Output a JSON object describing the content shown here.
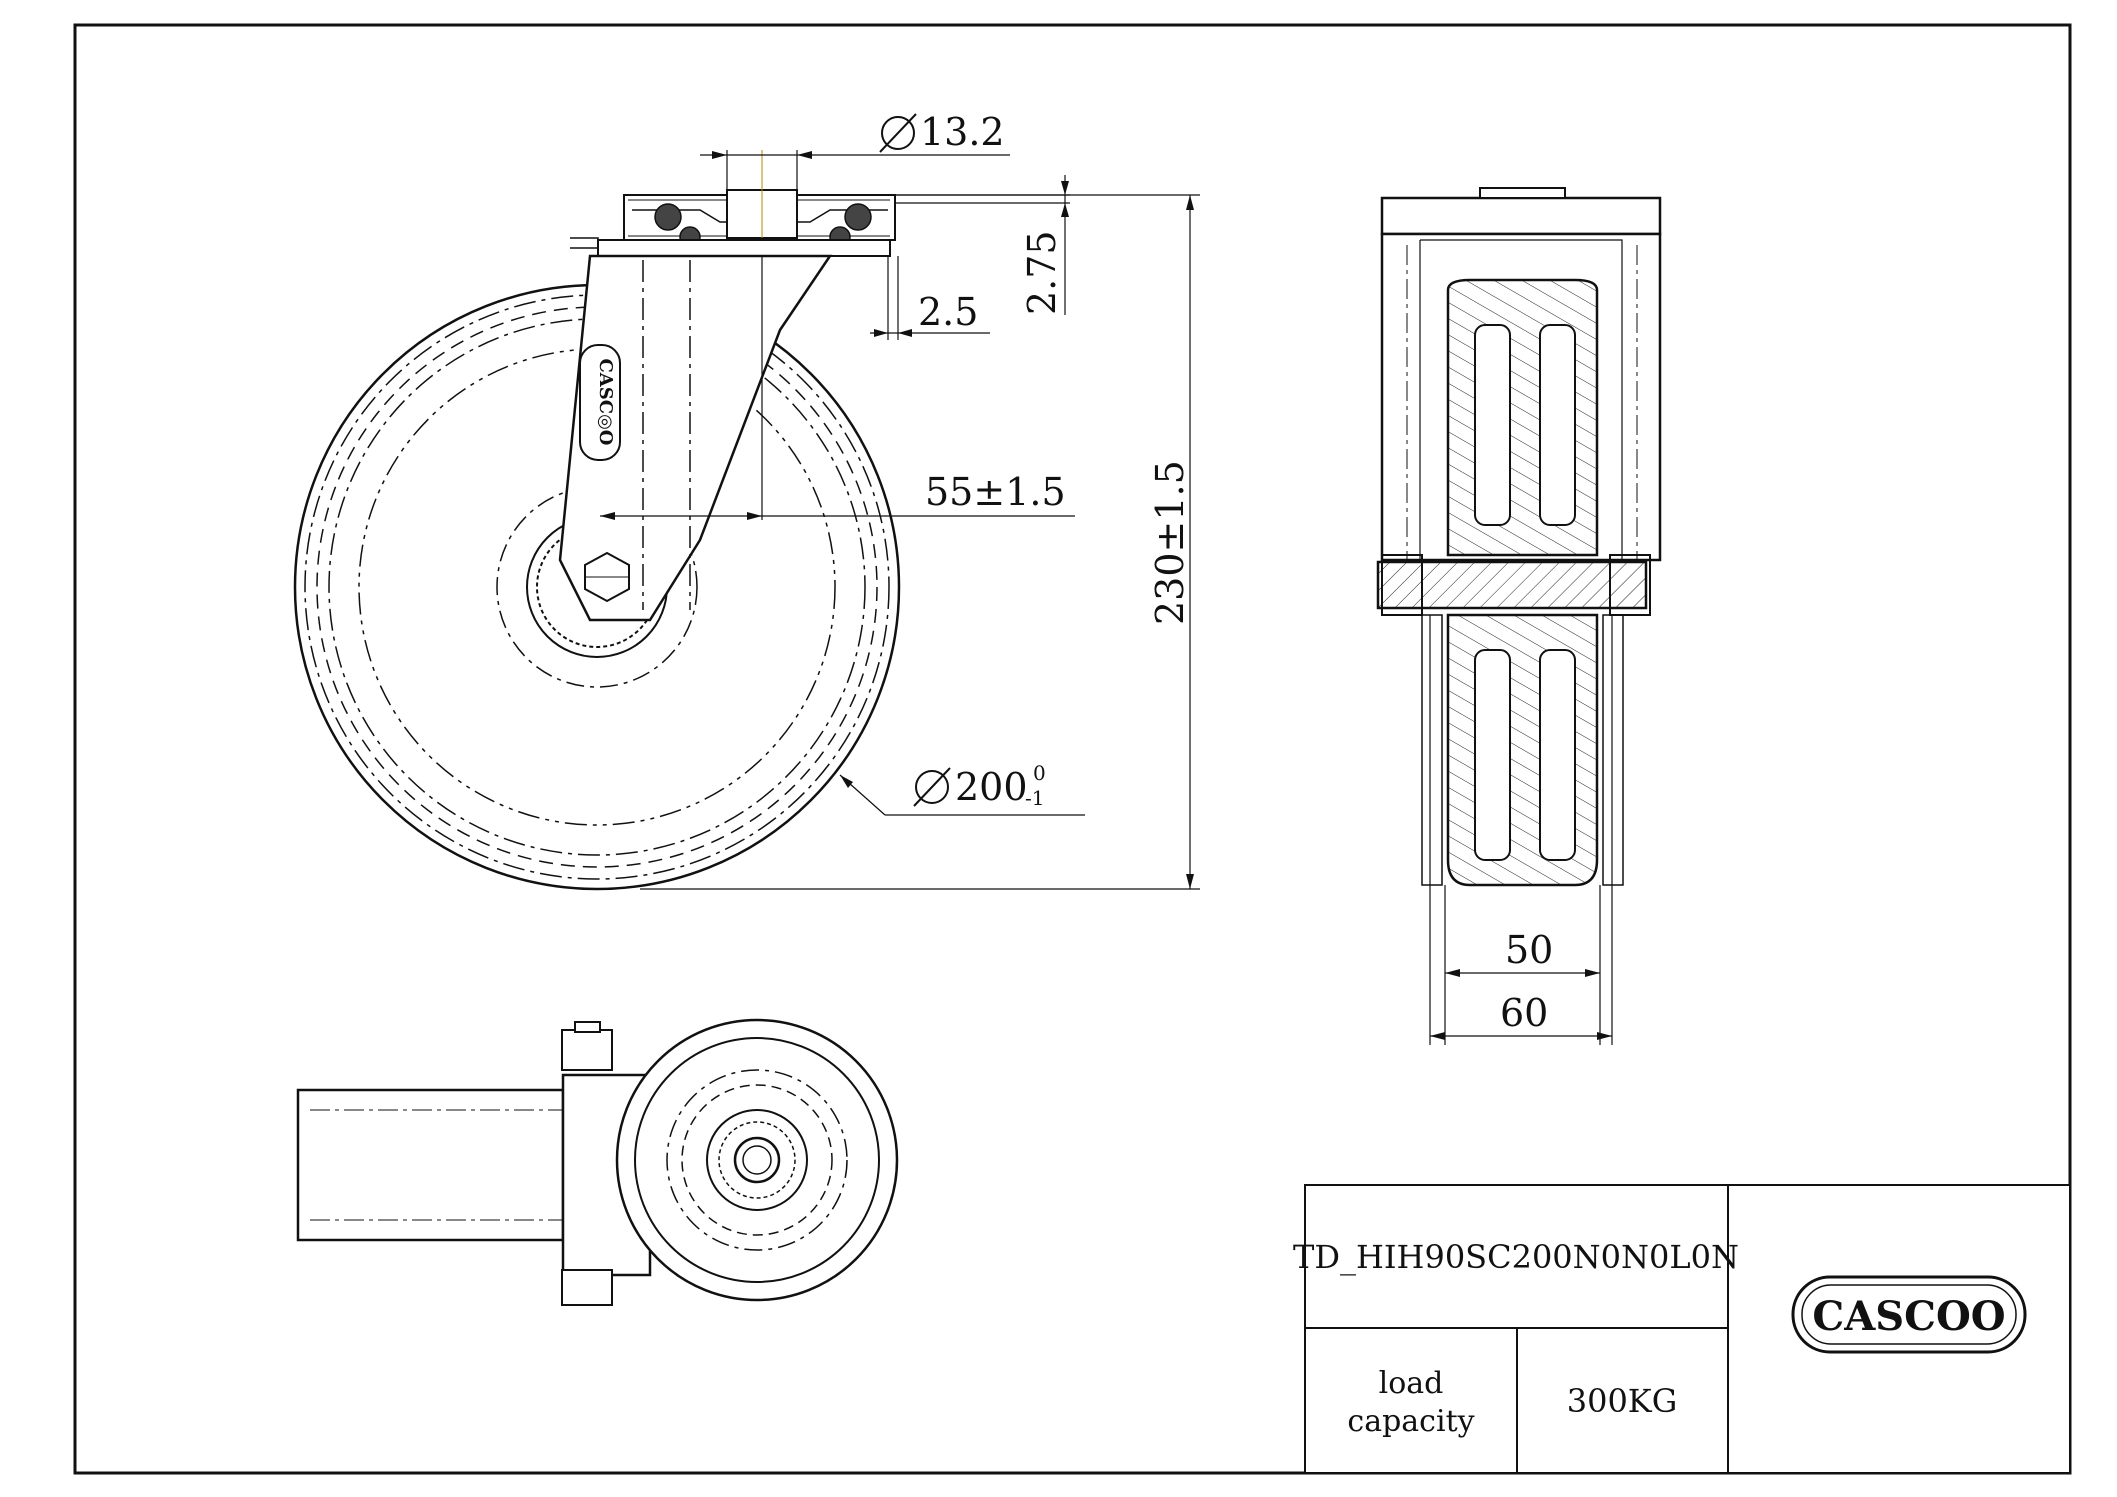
{
  "dimensions": {
    "bore_diameter": "13.2",
    "plate_thickness": "2.75",
    "offset_small": "2.5",
    "swivel_offset": "55±1.5",
    "overall_height": "230±1.5",
    "wheel_diameter": "200",
    "wheel_tol_upper": "0",
    "wheel_tol_lower": "-1",
    "tread_width": "50",
    "hub_width": "60"
  },
  "title_block": {
    "drawing_number": "TD_HIH90SC200N0N0L0N",
    "load_label_line1": "load",
    "load_label_line2": "capacity",
    "load_value": "300KG",
    "logo_text": "CASCOO"
  }
}
